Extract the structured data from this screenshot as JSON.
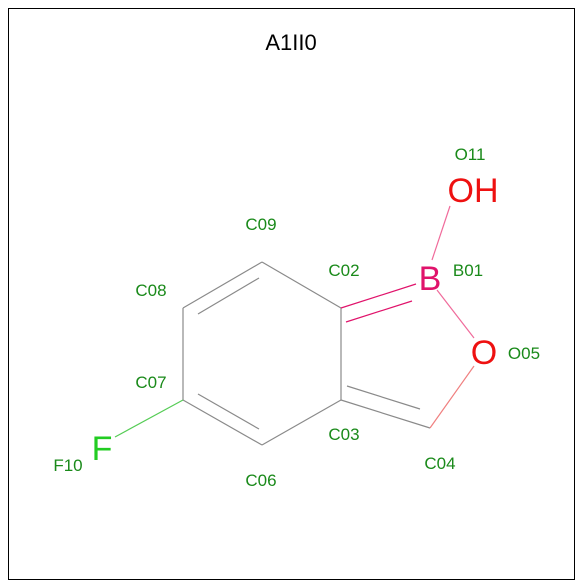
{
  "title": "A1II0",
  "colors": {
    "bond": "#7f7f7f",
    "label": "#1a8a1a",
    "oxygen": "#ee1111",
    "boron": "#e0136b",
    "fluorine": "#22cc22"
  },
  "elements": {
    "boron": "B",
    "oxygen_ring": "O",
    "hydroxyl": "OH",
    "fluorine": "F"
  },
  "atom_labels": {
    "O11": "O11",
    "C09": "C09",
    "C02": "C02",
    "B01": "B01",
    "C08": "C08",
    "O05": "O05",
    "C07": "C07",
    "C03": "C03",
    "F10": "F10",
    "C04": "C04",
    "C06": "C06"
  }
}
